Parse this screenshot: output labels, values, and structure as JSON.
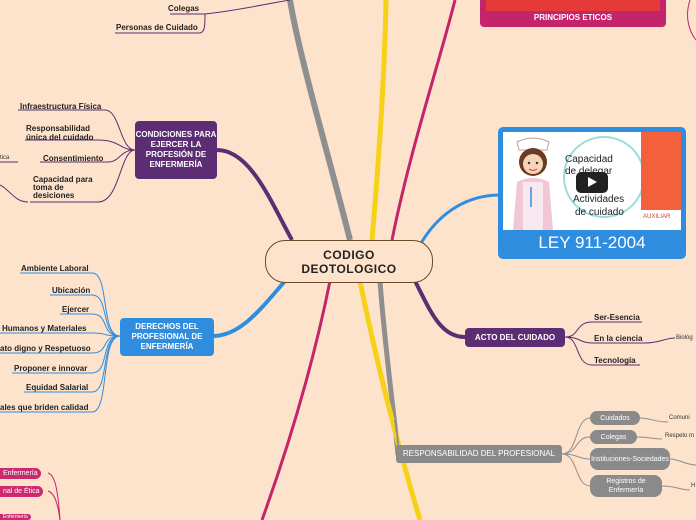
{
  "center": {
    "line1": "CODIGO",
    "line2": "DEOTOLOGICO"
  },
  "top_left": {
    "colegas": "Colegas",
    "personas": "Personas de Cuidado"
  },
  "condiciones": {
    "title": "CONDICIONES PARA EJERCER LA PROFESIÓN DE ENFERMERÍA",
    "items": [
      "Infraestructura Física",
      "Responsabilidad única del cuidado",
      "Consentimiento",
      "Capacidad para toma de desiciones"
    ],
    "side_stub": "tica"
  },
  "derechos": {
    "title": "DERECHOS DEL PROFESIONAL DE ENFERMERÍA",
    "items": [
      "Ambiente Laboral",
      "Ubicación",
      "Ejercer",
      "Humanos y Materiales",
      "ato digno y Respetuoso",
      "Proponer e innovar",
      "Equidad Salarial",
      "ales que briden calidad"
    ]
  },
  "bottom_left": [
    "Enfermería",
    "nal de Ética",
    "Enfermería"
  ],
  "principios": {
    "label": "PRINCIPIOS ETICOS"
  },
  "video": {
    "caption": "LEY 911-2004",
    "text1": "Capacidad",
    "text2": "de delegar",
    "text3": "Actividades",
    "text4": "de cuidado",
    "logo": "AUXILIAR"
  },
  "acto": {
    "title": "ACTO DEL CUIDADO",
    "items": [
      "Ser-Esencia",
      "En la ciencia",
      "Tecnología"
    ],
    "side_stub": "Biológ"
  },
  "responsabilidad": {
    "title": "RESPONSABILIDAD DEL PROFESIONAL",
    "items": [
      "Cuidados",
      "Colegas",
      "Instituciones-Sociedades",
      "Registros de Enfermería"
    ],
    "stubs": [
      "Comuni",
      "Respeto m",
      "H"
    ]
  }
}
